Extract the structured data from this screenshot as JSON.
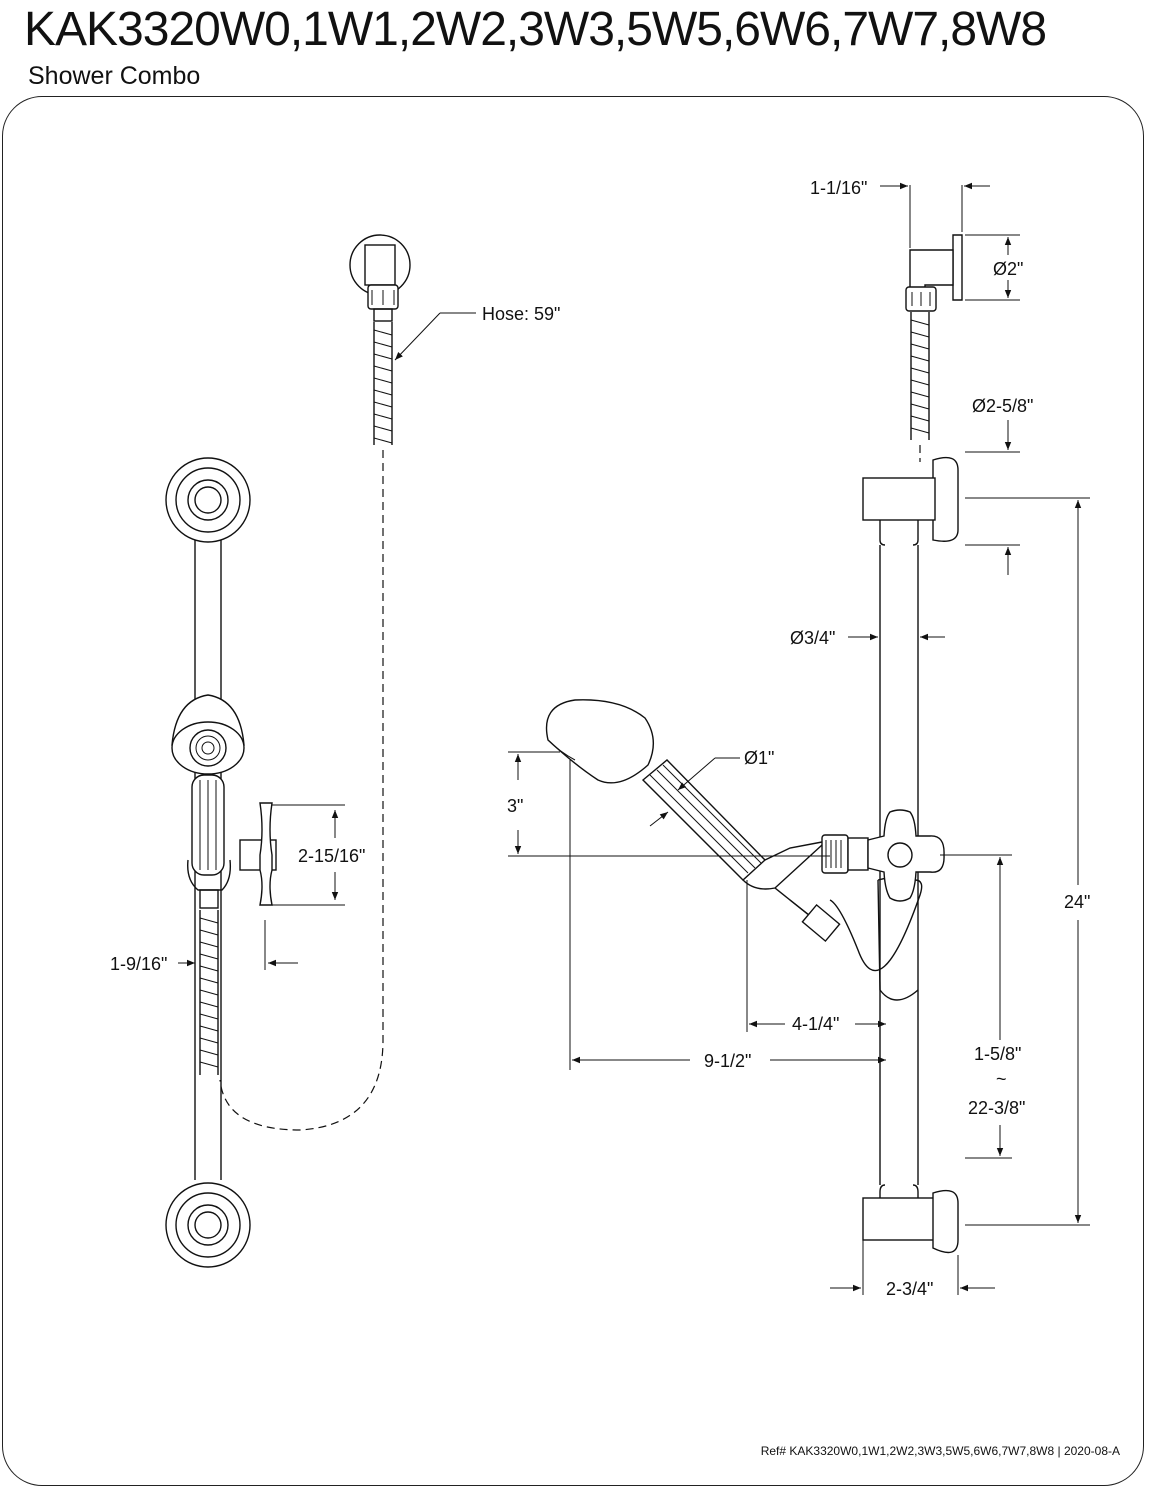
{
  "header": {
    "title": "KAK3320W0,1W1,2W2,3W3,5W5,6W6,7W7,8W8",
    "subtitle": "Shower Combo"
  },
  "dimensions": {
    "hose": "Hose: 59\"",
    "d_1_1_16": "1-1/16\"",
    "d_dia_2": "Ø2\"",
    "d_dia_2_5_8": "Ø2-5/8\"",
    "d_dia_3_4": "Ø3/4\"",
    "d_dia_1": "Ø1\"",
    "d_3": "3\"",
    "d_2_15_16": "2-15/16\"",
    "d_1_9_16": "1-9/16\"",
    "d_4_1_4": "4-1/4\"",
    "d_9_1_2": "9-1/2\"",
    "d_24": "24\"",
    "d_range_min": "1-5/8\"",
    "d_range_sep": "~",
    "d_range_max": "22-3/8\"",
    "d_2_3_4": "2-3/4\""
  },
  "footer": {
    "ref": "Ref# KAK3320W0,1W1,2W2,3W3,5W5,6W6,7W7,8W8 | 2020-08-A"
  }
}
